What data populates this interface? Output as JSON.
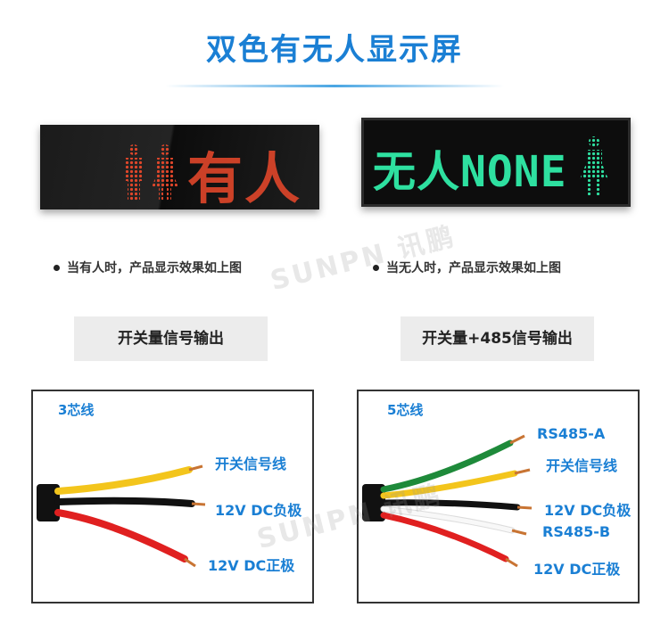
{
  "header": {
    "title": "双色有无人显示屏"
  },
  "displays": {
    "occupied": {
      "text": "有人",
      "color": "#e0462a"
    },
    "vacant": {
      "text": "无人NONE",
      "color": "#2ee0a0"
    }
  },
  "captions": {
    "occupied": "当有人时，产品显示效果如上图",
    "vacant": "当无人时，产品显示效果如上图"
  },
  "outputs": {
    "left": "开关量信号输出",
    "right": "开关量+485信号输出"
  },
  "cable3": {
    "label": "3芯线",
    "wires": [
      "开关信号线",
      "12V DC负极",
      "12V DC正极"
    ]
  },
  "cable5": {
    "label": "5芯线",
    "wires": [
      "RS485-A",
      "开关信号线",
      "12V DC负极",
      "RS485-B",
      "12V DC正极"
    ]
  },
  "watermark": "SUNPN 讯鹏",
  "colors": {
    "accent": "#1a7fd4",
    "wire_red": "#e02020",
    "wire_yellow": "#f3c51c",
    "wire_green": "#1e8a3a",
    "wire_black": "#111111",
    "wire_white": "#f5f5f5"
  }
}
